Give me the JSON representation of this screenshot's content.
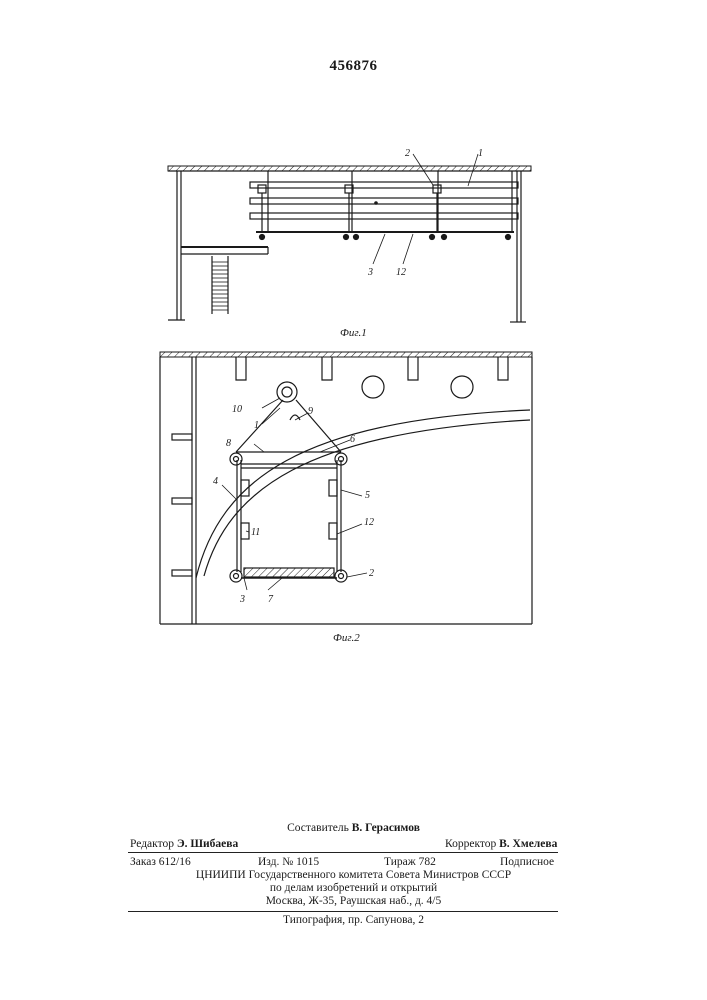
{
  "patent": {
    "number": "456876"
  },
  "figure1": {
    "caption": "Фиг.1",
    "labels": [
      "2",
      "1",
      "3",
      "12"
    ]
  },
  "figure2": {
    "caption": "Фиг.2",
    "labels": [
      "10",
      "1",
      "9",
      "8",
      "6",
      "4",
      "5",
      "11",
      "12",
      "2",
      "3",
      "7"
    ]
  },
  "imprint": {
    "compiler_label": "Составитель",
    "compiler_name": "В. Герасимов",
    "editor_label": "Редактор",
    "editor_name": "Э. Шибаева",
    "corrector_label": "Корректор",
    "corrector_name": "В. Хмелева",
    "order": "Заказ 612/16",
    "edition": "Изд. № 1015",
    "circulation": "Тираж 782",
    "subscription": "Подписное",
    "org_line1": "ЦНИИПИ Государственного комитета Совета Министров СССР",
    "org_line2": "по делам изобретений и открытий",
    "org_line3": "Москва, Ж-35, Раушская наб., д. 4/5",
    "printer": "Типография, пр. Сапунова, 2"
  }
}
